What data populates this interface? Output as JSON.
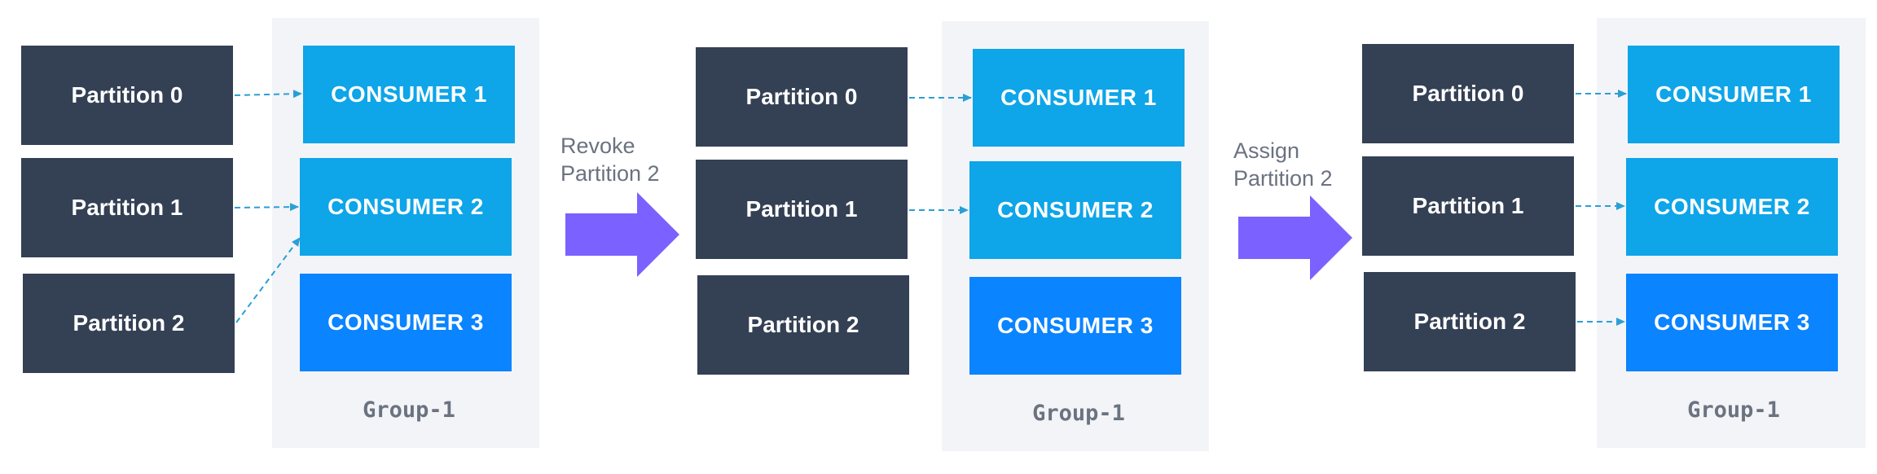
{
  "stages": [
    {
      "partitions": [
        "Partition 0",
        "Partition 1",
        "Partition 2"
      ],
      "consumers": [
        "CONSUMER 1",
        "CONSUMER 2",
        "CONSUMER 3"
      ],
      "group_label": "Group-1"
    },
    {
      "partitions": [
        "Partition 0",
        "Partition 1",
        "Partition 2"
      ],
      "consumers": [
        "CONSUMER 1",
        "CONSUMER 2",
        "CONSUMER 3"
      ],
      "group_label": "Group-1"
    },
    {
      "partitions": [
        "Partition 0",
        "Partition 1",
        "Partition 2"
      ],
      "consumers": [
        "CONSUMER 1",
        "CONSUMER 2",
        "CONSUMER 3"
      ],
      "group_label": "Group-1"
    }
  ],
  "transitions": [
    {
      "line1": "Revoke",
      "line2": "Partition 2"
    },
    {
      "line1": "Assign",
      "line2": "Partition 2"
    }
  ],
  "colors": {
    "partition": "#344054",
    "consumer_light": "#0ea5e9",
    "consumer_bright": "#0a84ff",
    "arrow": "#7b61ff",
    "connector": "#2a9fd6"
  }
}
